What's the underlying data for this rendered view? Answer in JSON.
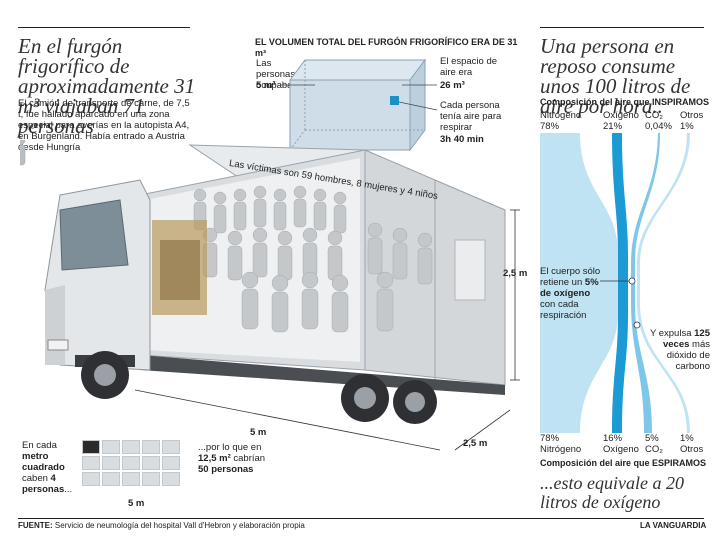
{
  "left": {
    "title": "En el furgón frigorífico de aproximadamente 31 m³ viajaban 71 personas",
    "body": "El camión de transporte de carne, de 7,5 t, fue hallado aparcado en una zona especial para averías en la autopista A4, en Burgenland. Había entrado a Austria desde Hungría"
  },
  "volume": {
    "title": "EL VOLUMEN TOTAL DEL FURGÓN FRIGORÍFICO ERA DE 31 m³",
    "people_label": "Las personas ocupaban",
    "people_value": "5 m³",
    "air_label": "El espacio de aire era",
    "air_value": "26 m³",
    "each_label": "Cada persona tenía aire para respirar",
    "each_value": "3h 40 min"
  },
  "truck": {
    "victims": "Las víctimas son 59 hombres, 8 mujeres y 4 niños",
    "height": "2,5 m",
    "length": "5 m",
    "width": "2,5 m"
  },
  "grid": {
    "prefix": "En cada",
    "bold1": "metro cuadrado",
    "mid": "caben",
    "bold2": "4 personas",
    "suffix": "...",
    "right_text": "...por lo que en",
    "right_bold": "12,5 m²",
    "right_mid": "cabrían",
    "right_bold2": "50 personas",
    "width_label": "5 m"
  },
  "right": {
    "title": "Una persona en reposo consume unos 100 litros de aire por hora..",
    "inspire_title": "Composición del aire que INSPIRAMOS",
    "inspire": [
      {
        "name": "Nitrógeno",
        "value": "78%"
      },
      {
        "name": "Oxígeno",
        "value": "21%"
      },
      {
        "name": "CO₂",
        "value": "0,04%"
      },
      {
        "name": "Otros",
        "value": "1%"
      }
    ],
    "retain_text": "El cuerpo sólo retiene un",
    "retain_bold": "5% de oxígeno",
    "retain_suffix": "con cada respiración",
    "expel_text": "Y expulsa",
    "expel_bold": "125 veces",
    "expel_suffix": "más dióxido de carbono",
    "expire": [
      {
        "name": "Nitrógeno",
        "value": "78%"
      },
      {
        "name": "Oxígeno",
        "value": "16%"
      },
      {
        "name": "CO₂",
        "value": "5%"
      },
      {
        "name": "Otros",
        "value": "1%"
      }
    ],
    "expire_title": "Composición del aire que ESPIRAMOS",
    "footer": "...esto equivale a 20 litros de oxígeno"
  },
  "footer": {
    "source_label": "FUENTE:",
    "source": "Servicio de neumología del hospital Vall d'Hebron y elaboración propia",
    "brand": "LA VANGUARDIA"
  },
  "colors": {
    "accent": "#2aa3d6",
    "light_blue": "#bfe3f3",
    "truck_gray": "#cfd3d6"
  }
}
